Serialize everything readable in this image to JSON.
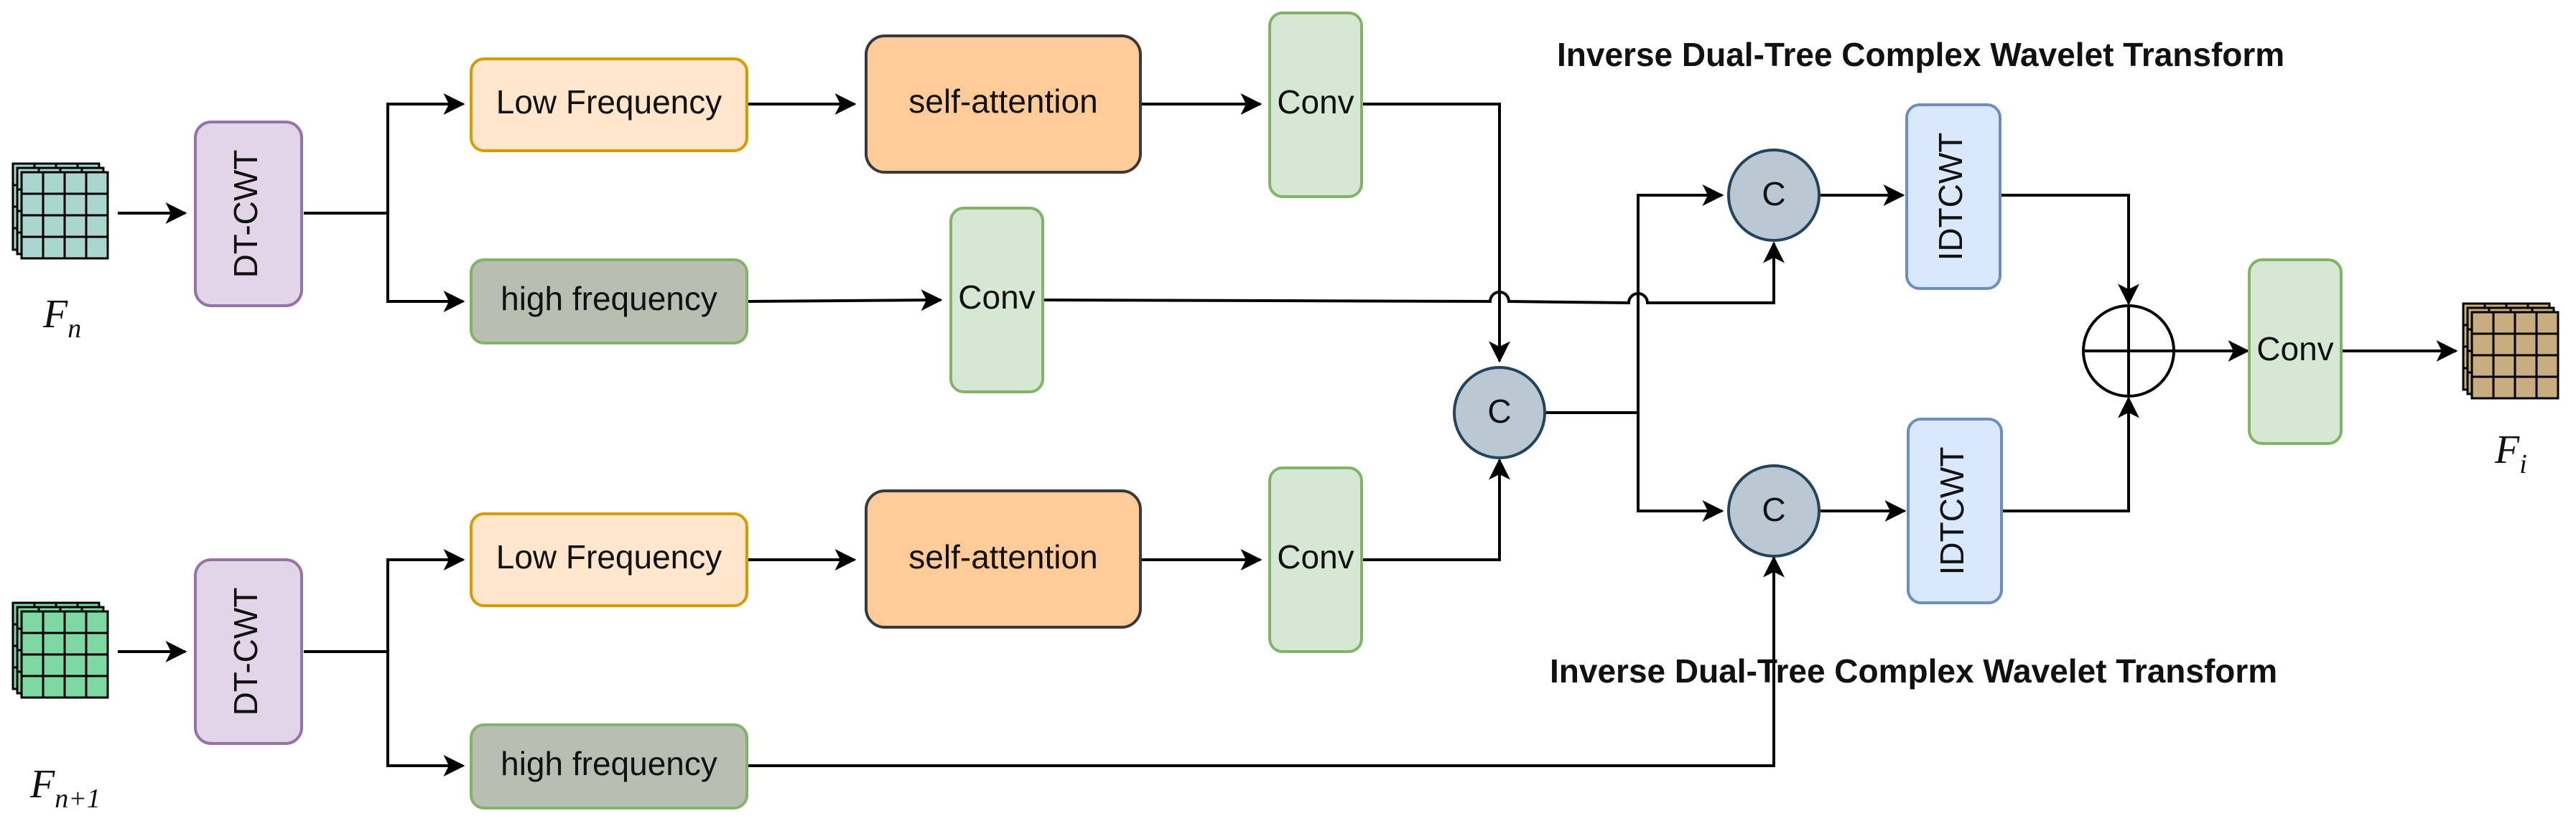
{
  "inputs": {
    "top": {
      "symbol": "F",
      "subscript": "n"
    },
    "bottom": {
      "symbol": "F",
      "subscript": "n+1"
    }
  },
  "output": {
    "symbol": "F",
    "subscript": "i"
  },
  "blocks": {
    "dtcwt_top": "DT-CWT",
    "dtcwt_bottom": "DT-CWT",
    "low_freq_top": "Low Frequency",
    "low_freq_bottom": "Low Frequency",
    "high_freq_top": "high frequency",
    "high_freq_bottom": "high frequency",
    "self_attn_top": "self-attention",
    "self_attn_bottom": "self-attention",
    "conv_low_top": "Conv",
    "conv_high_top": "Conv",
    "conv_low_bottom": "Conv",
    "conv_out": "Conv",
    "concat_center": "C",
    "concat_upper": "C",
    "concat_lower": "C",
    "idtcwt_upper": "IDTCWT",
    "idtcwt_lower": "IDTCWT"
  },
  "titles": {
    "upper": "Inverse Dual-Tree Complex Wavelet Transform",
    "lower": "Inverse Dual-Tree Complex Wavelet Transform"
  },
  "colors": {
    "dtcwt_fill": "#e1d5e7",
    "dtcwt_stroke": "#9673a6",
    "low_fill": "#ffe6cc",
    "low_stroke": "#d79b00",
    "attn_fill": "#ffcc99",
    "attn_stroke": "#36393d",
    "conv_fill": "#d5e8d4",
    "conv_stroke": "#82b366",
    "high_fill": "#b8bfb2",
    "high_stroke": "#82b366",
    "concat_fill": "#bac8d3",
    "concat_stroke": "#23445d",
    "idtcwt_fill": "#dae8fc",
    "idtcwt_stroke": "#6c8ebf",
    "input_top_fill": "#a9d6cf",
    "input_bottom_fill": "#7ed9a1",
    "output_fill": "#c8ad7f"
  }
}
